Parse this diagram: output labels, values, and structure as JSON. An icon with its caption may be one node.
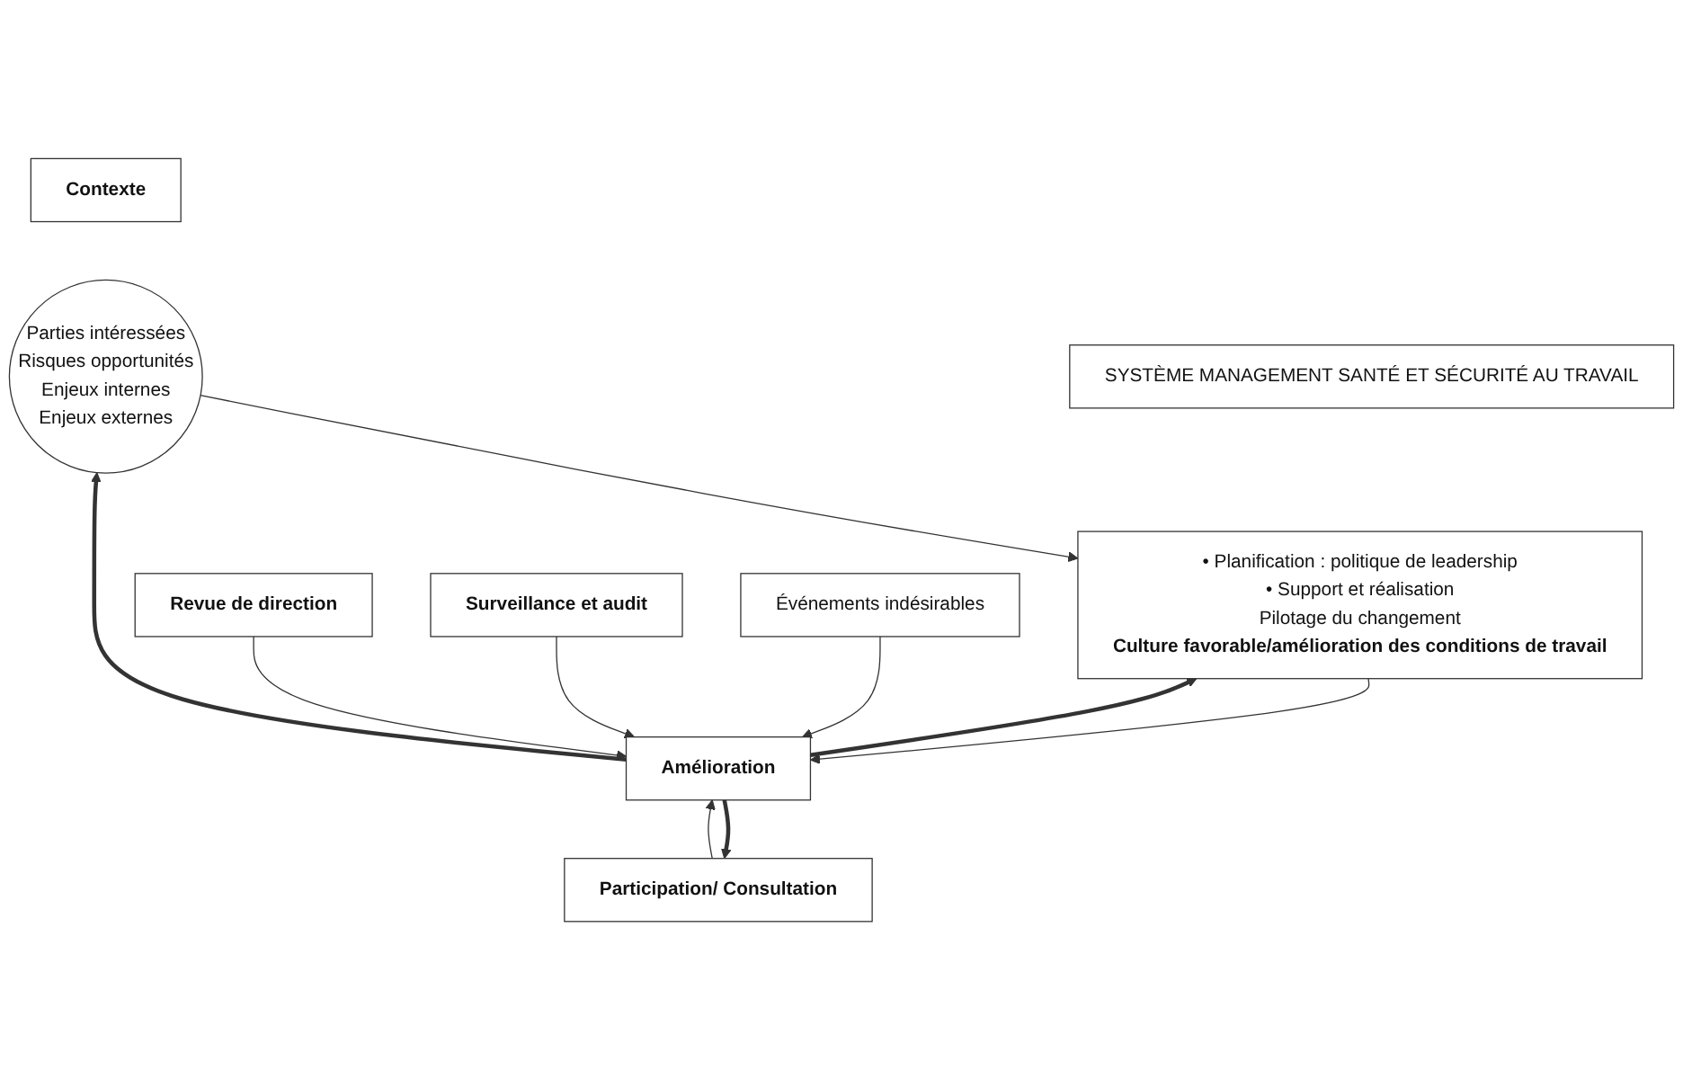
{
  "diagram": {
    "nodes": [
      {
        "text": [
          "Contexte"
        ]
      },
      {
        "text": [
          "Parties intéressées",
          "Risques opportunités",
          "Enjeux internes",
          "Enjeux externes"
        ]
      },
      {
        "text": [
          "SYSTÈME MANAGEMENT SANTÉ ET SÉCURITÉ AU TRAVAIL"
        ]
      },
      {
        "text": [
          "• Planification : politique de leadership",
          "• Support et réalisation",
          "Pilotage du changement",
          "Culture favorable/amélioration des conditions de travail"
        ]
      },
      {
        "text": [
          "Participation/ Consultation"
        ]
      },
      {
        "text": [
          "Revue de direction"
        ]
      },
      {
        "text": [
          "Surveillance et audit"
        ]
      },
      {
        "text": [
          "Amélioration"
        ]
      },
      {
        "text": [
          "Événements indésirables"
        ]
      }
    ],
    "edges": [
      {
        "from": 1,
        "to": 3,
        "arrow": "to"
      },
      {
        "from": 7,
        "to": 1,
        "arrow": "to",
        "style": "thick"
      },
      {
        "from": 7,
        "to": 4,
        "arrow": "to",
        "style": "thick"
      },
      {
        "from": 4,
        "to": 7,
        "arrow": "to"
      },
      {
        "from": 7,
        "to": 3,
        "arrow": "to",
        "style": "thick"
      },
      {
        "from": 3,
        "to": 7,
        "arrow": "to"
      },
      {
        "from": 5,
        "to": 7,
        "arrow": "to"
      },
      {
        "from": 6,
        "to": 7,
        "arrow": "to"
      },
      {
        "from": 8,
        "to": 7,
        "arrow": "to"
      }
    ]
  }
}
